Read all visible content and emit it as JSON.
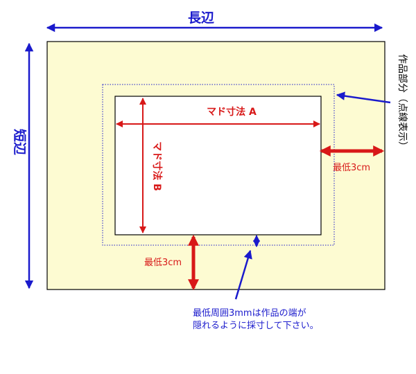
{
  "labels": {
    "long_side": "長辺",
    "short_side": "短辺",
    "artwork_area": "作品部分（点線表示）",
    "mat_a": "マド寸法 A",
    "mat_b": "マド寸法 B",
    "min_right": "最低3cm",
    "min_bottom": "最低3cm",
    "note_line1": "最低周囲3mmは作品の端が",
    "note_line2": "隠れるように採寸して下さい。"
  },
  "colors": {
    "mat_fill": "#fdfbd2",
    "blue": "#1a1acc",
    "red": "#d81818",
    "outline": "#000000"
  }
}
